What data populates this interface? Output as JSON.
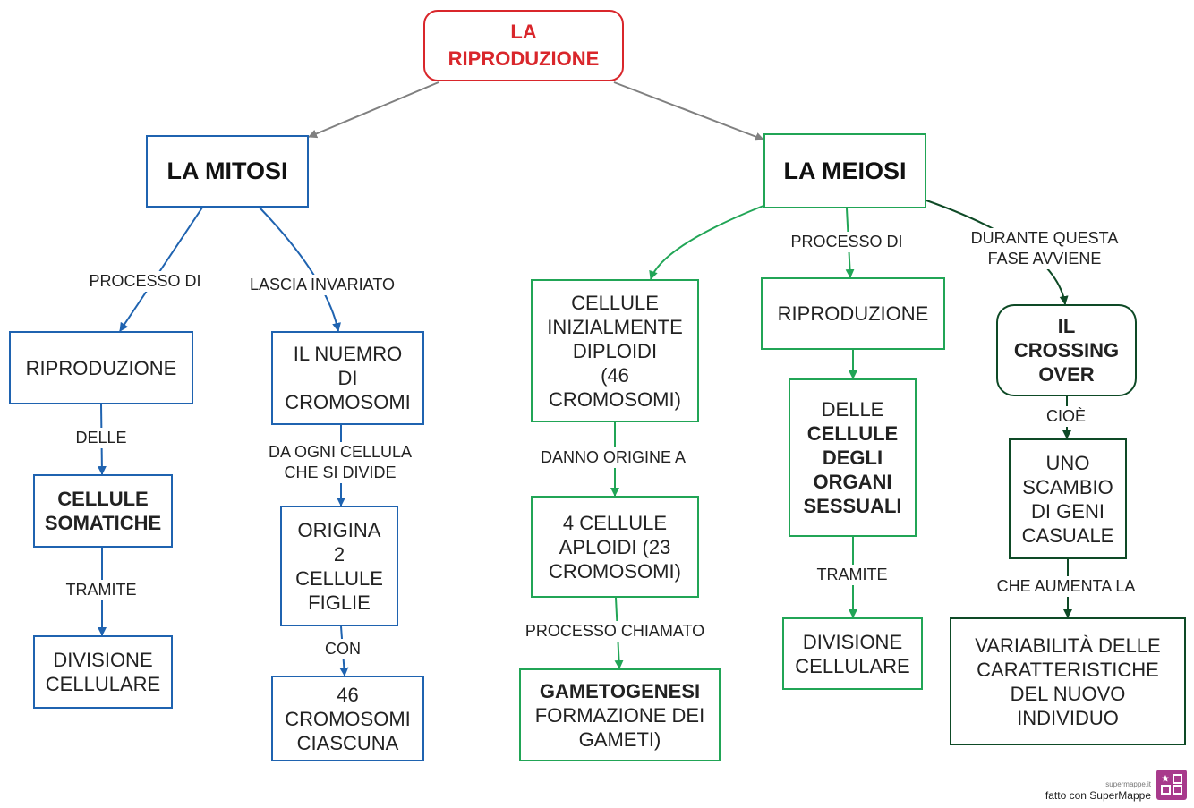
{
  "nodes": {
    "root": [
      "LA",
      "RIPRODUZIONE"
    ],
    "mitosi": [
      "LA MITOSI"
    ],
    "meiosi": [
      "LA MEIOSI"
    ],
    "m_riproduzione": [
      "RIPRODUZIONE"
    ],
    "m_cellule_somatiche": [
      "CELLULE",
      "SOMATICHE"
    ],
    "m_divisione": [
      "DIVISIONE",
      "CELLULARE"
    ],
    "m_numero": [
      "IL NUEMRO",
      "DI",
      "CROMOSOMI"
    ],
    "m_origina": [
      "ORIGINA",
      "2",
      "CELLULE",
      "FIGLIE"
    ],
    "m_46": [
      "46",
      "CROMOSOMI",
      "CIASCUNA"
    ],
    "me_diploidi": [
      "CELLULE",
      "INIZIALMENTE",
      "DIPLOIDI",
      "(46",
      "CROMOSOMI)"
    ],
    "me_aploidi": [
      "4 CELLULE",
      "APLOIDI (23",
      "CROMOSOMI)"
    ],
    "me_gametogenesi": [
      "GAMETOGENESI",
      "FORMAZIONE DEI",
      "GAMETI)"
    ],
    "me_riproduzione": [
      "RIPRODUZIONE"
    ],
    "me_organi": [
      "DELLE",
      "CELLULE",
      "DEGLI",
      "ORGANI",
      "SESSUALI"
    ],
    "me_divisione": [
      "DIVISIONE",
      "CELLULARE"
    ],
    "crossing": [
      "IL",
      "CROSSING",
      "OVER"
    ],
    "scambio": [
      "UNO",
      "SCAMBIO",
      "DI GENI",
      "CASUALE"
    ],
    "variabilita": [
      "VARIABILITÀ DELLE",
      "CARATTERISTICHE",
      "DEL NUOVO",
      "INDIVIDUO"
    ]
  },
  "labels": {
    "processo_di_m": [
      "PROCESSO DI"
    ],
    "lascia_invariato": [
      "LASCIA INVARIATO"
    ],
    "delle": [
      "DELLE"
    ],
    "tramite_m": [
      "TRAMITE"
    ],
    "da_ogni": [
      "DA OGNI CELLULA",
      "CHE SI DIVIDE"
    ],
    "con": [
      "CON"
    ],
    "danno_origine": [
      "DANNO ORIGINE A"
    ],
    "processo_chiamato": [
      "PROCESSO CHIAMATO"
    ],
    "processo_di_me": [
      "PROCESSO DI"
    ],
    "tramite_me": [
      "TRAMITE"
    ],
    "durante": [
      "DURANTE QUESTA",
      "FASE AVVIENE"
    ],
    "cioe": [
      "CIOÈ"
    ],
    "che_aumenta": [
      "CHE AUMENTA LA"
    ]
  },
  "colors": {
    "mitosi_accent": "#1f63b0",
    "meiosi_accent": "#21a556",
    "crossing_accent": "#0e4a26",
    "root_accent": "#d9262b",
    "root_edge": "#808080",
    "logo": "#a83a8c"
  },
  "footer": {
    "site": "supermappe.it",
    "credit": "fatto con SuperMappe"
  }
}
